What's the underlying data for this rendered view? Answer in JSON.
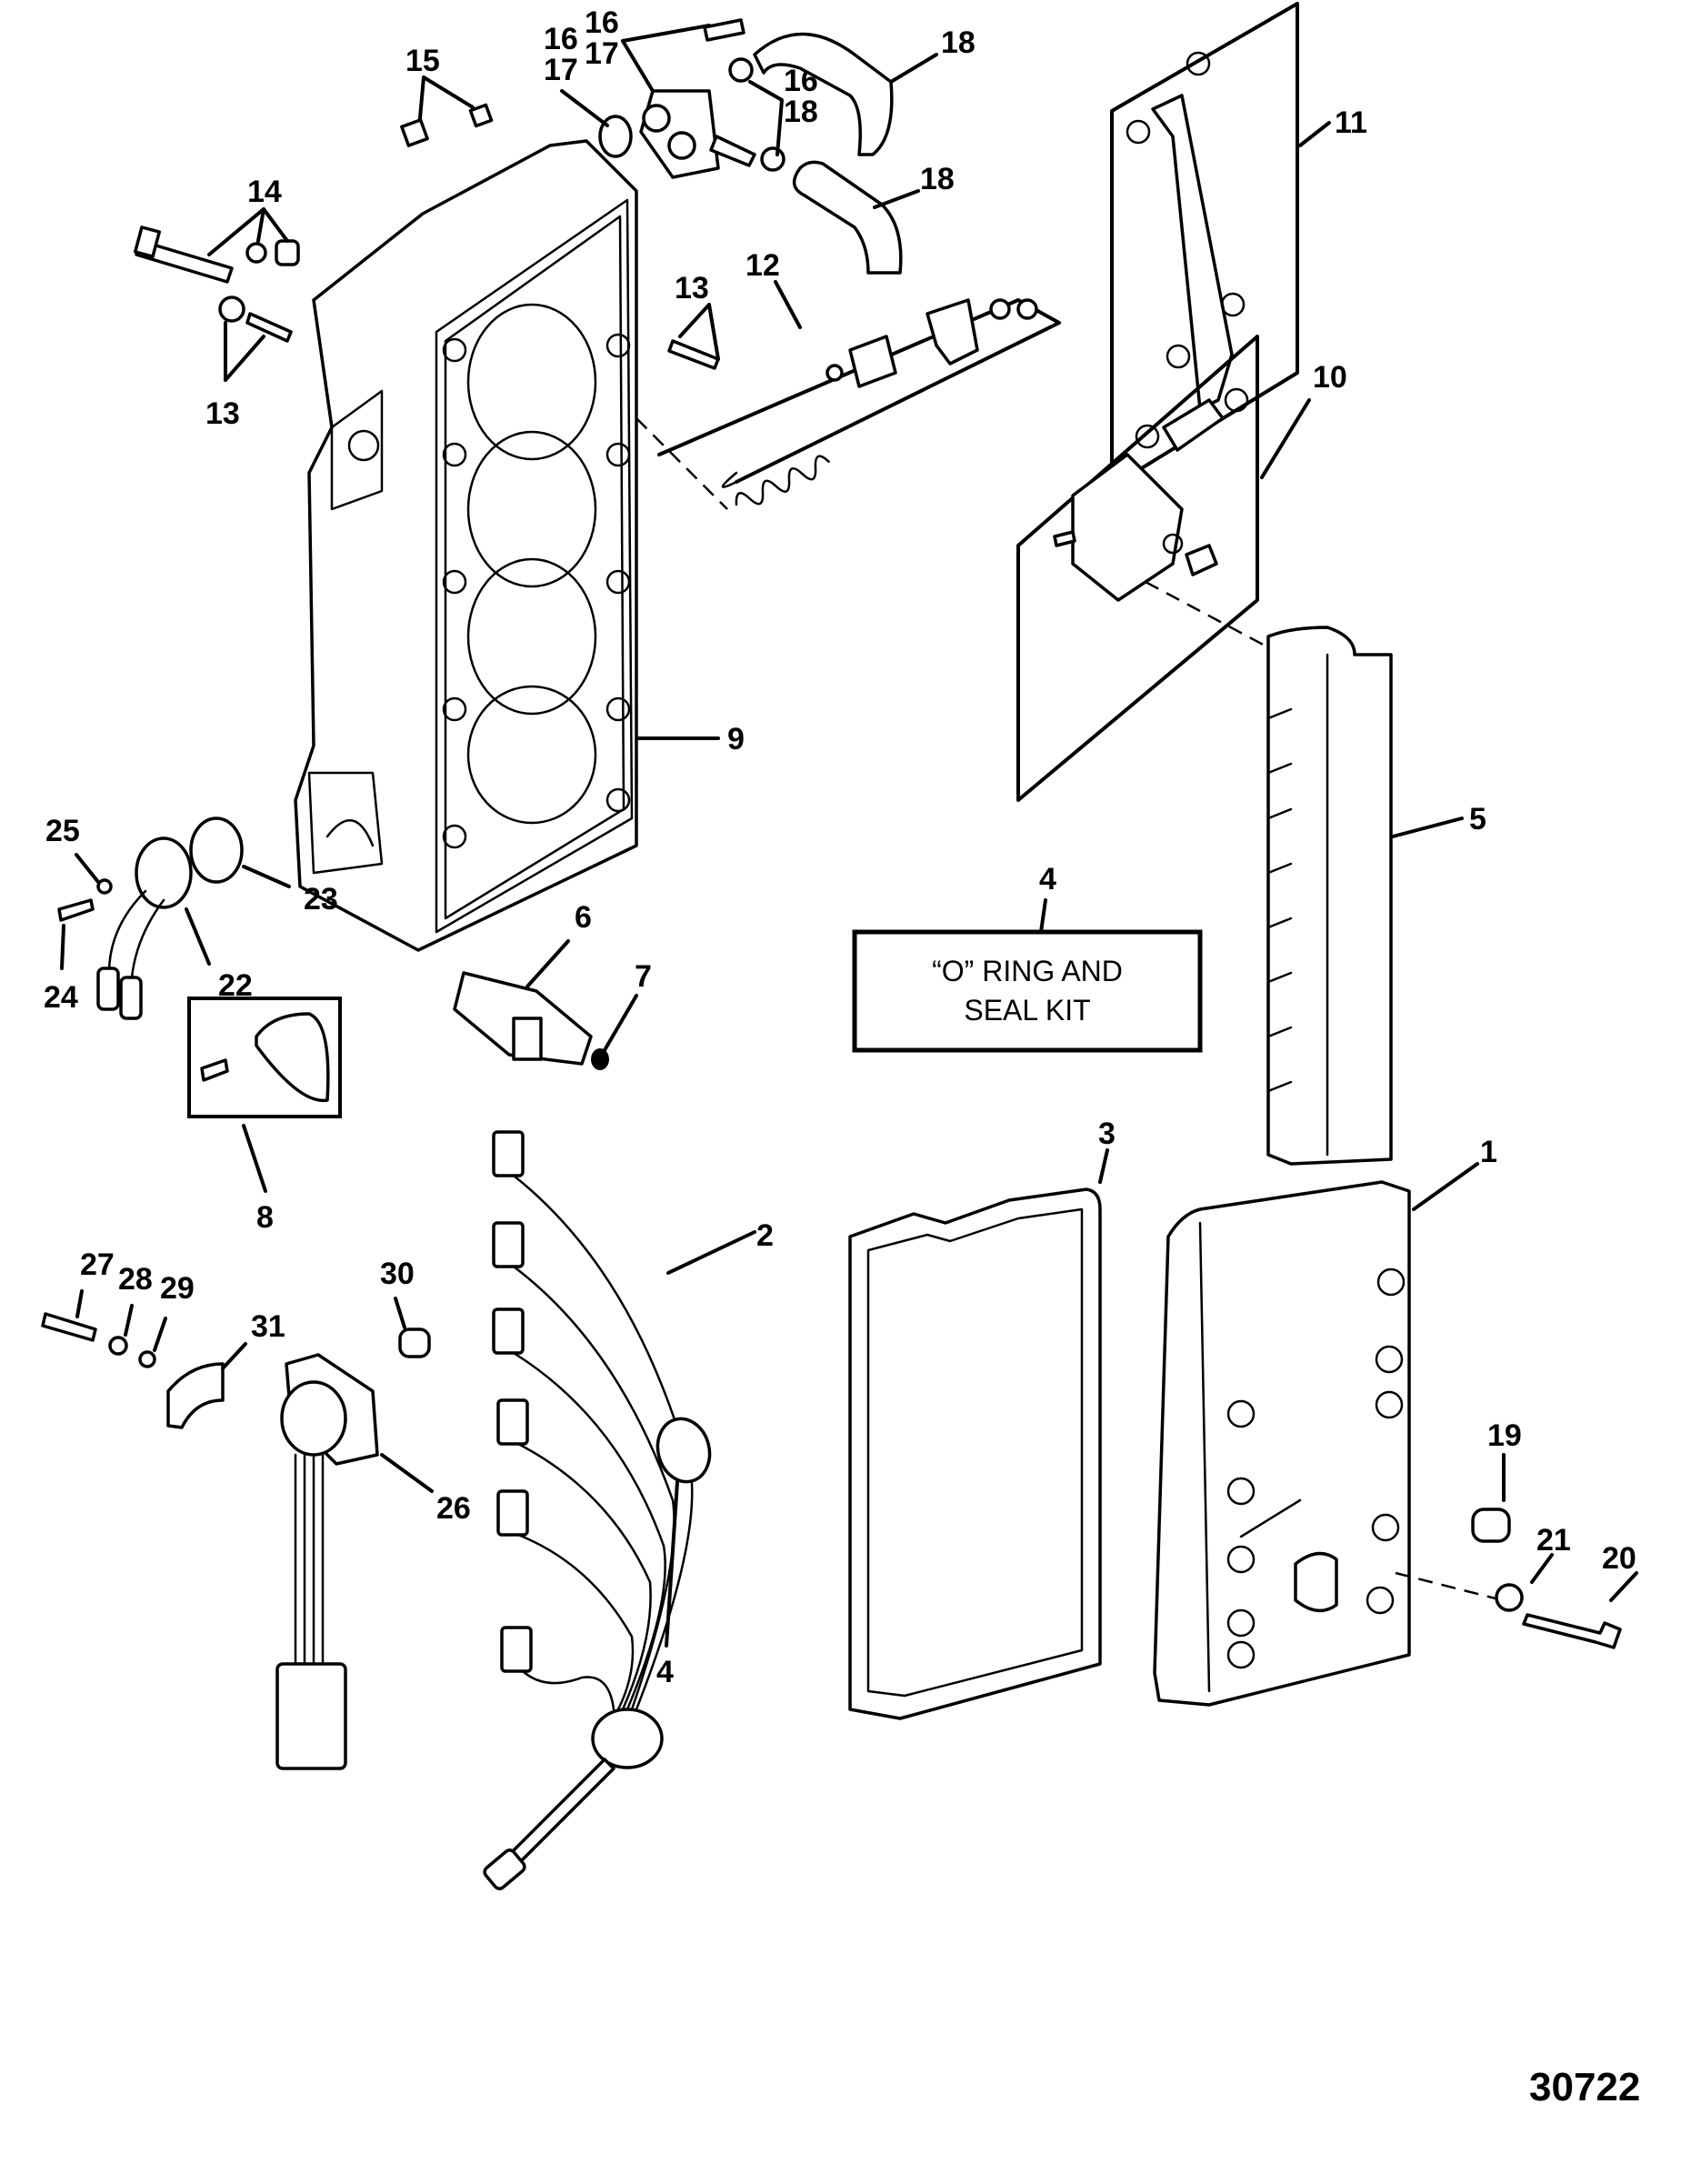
{
  "diagram": {
    "type": "exploded-parts-diagram",
    "figure_number": "30722",
    "kit_box": {
      "callout": "4",
      "line1": "“O” RING AND",
      "line2": "SEAL KIT"
    },
    "callouts": {
      "c1": "1",
      "c2": "2",
      "c3": "3",
      "c4_bottom": "4",
      "c5": "5",
      "c6": "6",
      "c7": "7",
      "c8": "8",
      "c9": "9",
      "c10": "10",
      "c11": "11",
      "c12": "12",
      "c13_left": "13",
      "c13_mid": "13",
      "c14": "14",
      "c15": "15",
      "c16a_top": "16",
      "c16a_bottom": "17",
      "c16b_top": "16",
      "c16b_bottom": "17",
      "c16c_top": "16",
      "c16c_bottom": "18",
      "c18_hose_top": "18",
      "c18_hose_lower": "18",
      "c19": "19",
      "c20": "20",
      "c21": "21",
      "c22": "22",
      "c23": "23",
      "c24": "24",
      "c25": "25",
      "c26": "26",
      "c27": "27",
      "c28": "28",
      "c29": "29",
      "c30": "30",
      "c31": "31"
    }
  }
}
